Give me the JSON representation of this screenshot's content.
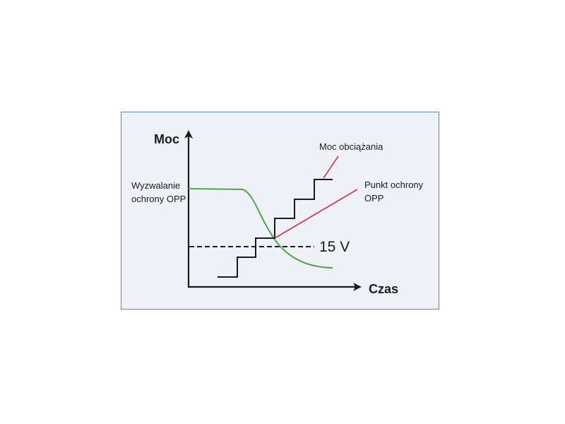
{
  "diagram": {
    "title": "",
    "axes": {
      "y_label": "Moc",
      "x_label": "Czas"
    },
    "annotations": {
      "opp_trigger": [
        "Wyzwalanie",
        "ochrony OPP"
      ],
      "load_power": "Moc obciążania",
      "opp_point": [
        "Punkt ochrony",
        "OPP"
      ],
      "voltage_threshold": "15 V"
    },
    "colors": {
      "frame_border": "#5a86bd",
      "frame_background": "#eef2f8",
      "axis": "#1a1a1a",
      "load_power_steps": "#1a1a1a",
      "opp_trigger_curve": "#4aa84a",
      "opp_point_line": "#c4384e",
      "threshold_dash": "#1a1a1a"
    },
    "series": [
      {
        "name": "Moc obciążania",
        "type": "step",
        "color": "#1a1a1a"
      },
      {
        "name": "Wyzwalanie ochrony OPP",
        "type": "curve",
        "color": "#4aa84a"
      },
      {
        "name": "Punkt ochrony OPP",
        "type": "line",
        "color": "#c4384e"
      },
      {
        "name": "15 V",
        "type": "dashed-threshold",
        "color": "#1a1a1a"
      }
    ]
  }
}
